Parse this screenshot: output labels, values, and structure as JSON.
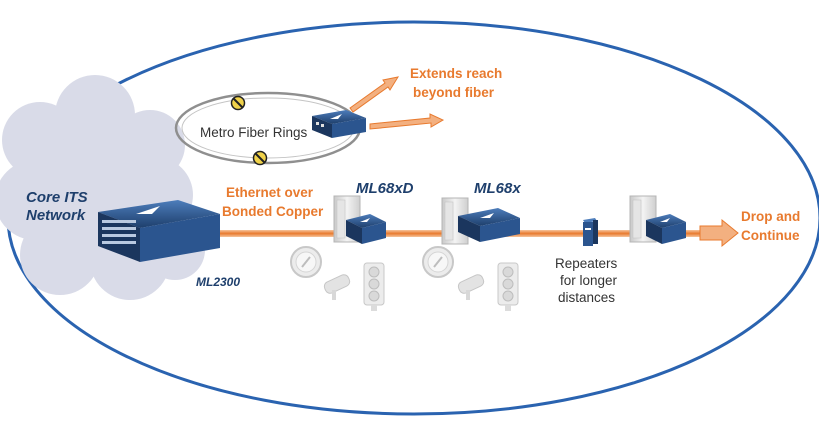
{
  "labels": {
    "core_network_line1": "Core ITS",
    "core_network_line2": "Network",
    "metro_rings": "Metro Fiber Rings",
    "extends_line1": "Extends reach",
    "extends_line2": "beyond fiber",
    "ethernet_line1": "Ethernet over",
    "ethernet_line2": "Bonded Copper",
    "ml2300": "ML2300",
    "ml68xd": "ML68xD",
    "ml68x": "ML68x",
    "repeaters_line1": "Repeaters",
    "repeaters_line2": "for longer",
    "repeaters_line3": "distances",
    "drop_line1": "Drop and",
    "drop_line2": "Continue"
  },
  "icons": {
    "fiber_break": "fiber-break-icon",
    "device": "network-device-icon",
    "chassis": "chassis-icon",
    "cabinet": "roadside-cabinet-icon",
    "sensor": "speed-sensor-icon",
    "camera": "camera-icon",
    "traffic_light": "traffic-light-icon",
    "repeater": "repeater-icon"
  },
  "colors": {
    "ellipse_border": "#2a63b0",
    "orange": "#e87a2e",
    "device_blue": "#1e3f6c",
    "cloud": "#d9dbe8",
    "ring": "#8f8f8f"
  }
}
